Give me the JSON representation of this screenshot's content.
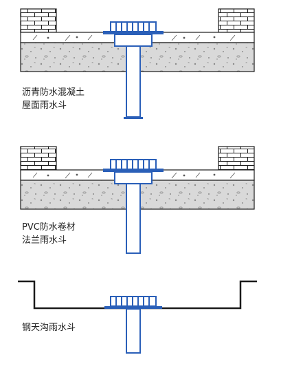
{
  "colors": {
    "outline": "#1a1a1a",
    "concrete_fill": "#d9d9d9",
    "drain_blue": "#2a5fb8",
    "grate_fill": "#ffffff",
    "pipe_fill": "#ffffff",
    "label_text": "#222222"
  },
  "diagrams": [
    {
      "id": "asphalt",
      "label_line1": "沥青防水混凝土",
      "label_line2": "屋面雨水斗"
    },
    {
      "id": "pvc",
      "label_line1": "PVC防水卷材",
      "label_line2": "法兰雨水斗"
    },
    {
      "id": "gutter",
      "label_line1": "钢天沟雨水斗",
      "label_line2": ""
    }
  ]
}
